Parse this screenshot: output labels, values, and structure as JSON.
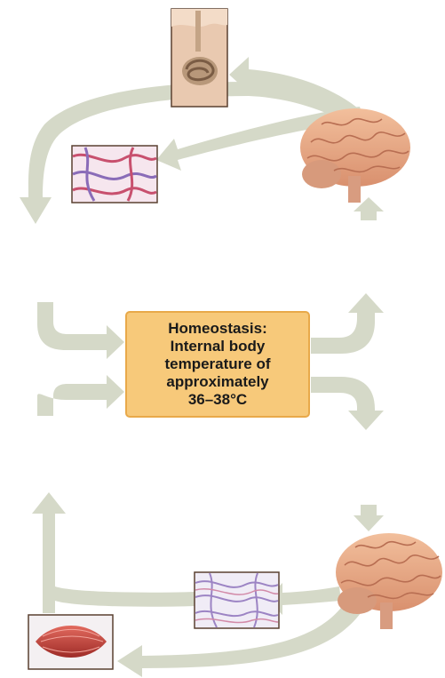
{
  "center": {
    "lines": [
      "Homeostasis:",
      "Internal body",
      "temperature of",
      "approximately",
      "36–38°C"
    ]
  },
  "colors": {
    "arrow": "#d5d9c8",
    "box_fill": "#f7c97a",
    "box_border": "#e8a94a",
    "brain": "#e8a888",
    "vessels_red": "#c8506e",
    "vessels_purple": "#8a6cb8",
    "muscle": "#c8443c",
    "skin": "#e9c9b0"
  },
  "icons": {
    "top_gland": "sweat-gland-icon",
    "top_vessels": "dilated-blood-vessels-icon",
    "top_brain": "brain-icon",
    "bottom_vessels": "constricted-blood-vessels-icon",
    "bottom_muscle": "skeletal-muscle-icon",
    "bottom_brain": "brain-icon"
  }
}
